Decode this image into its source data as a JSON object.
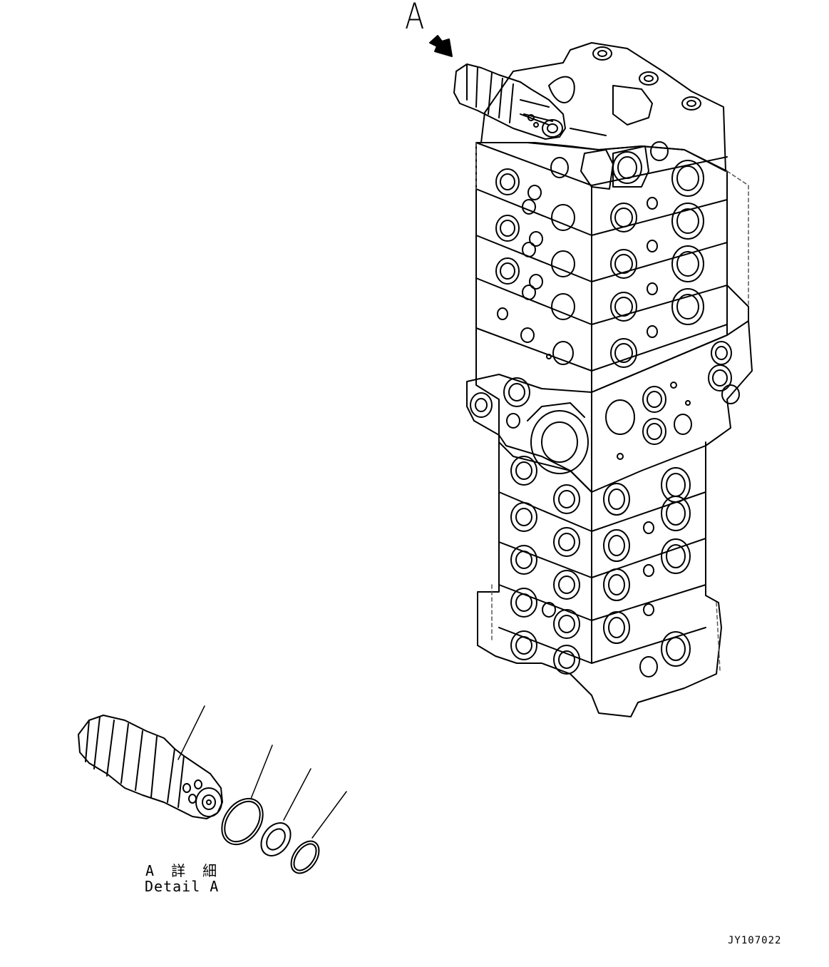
{
  "labels": {
    "view": "A",
    "detail_jp": "A 詳 細",
    "detail_en": "Detail A",
    "drawing_code": "JY107022"
  },
  "colors": {
    "line": "#000000",
    "hidden_line": "#555555",
    "background": "#ffffff"
  }
}
